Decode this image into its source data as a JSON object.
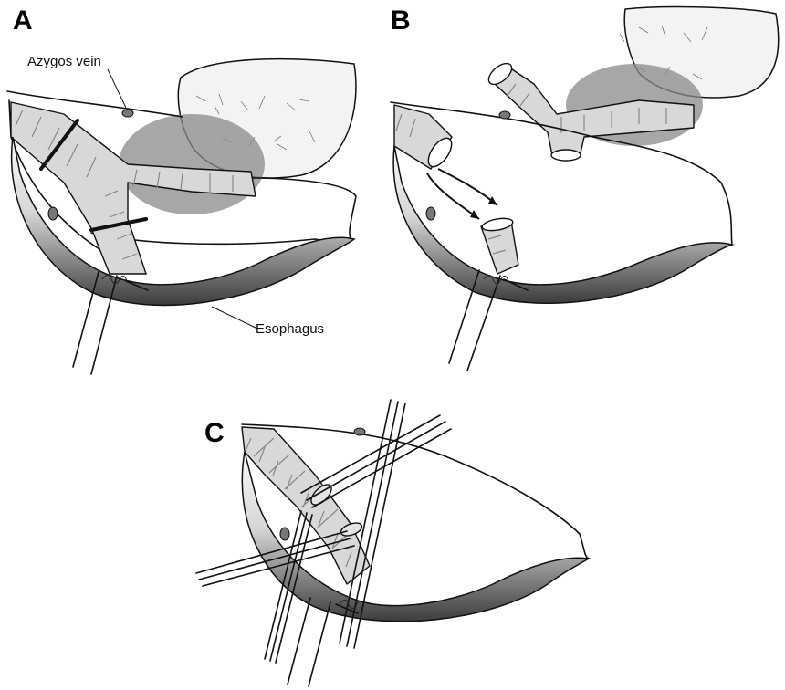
{
  "panels": [
    {
      "id": "A",
      "label": "A"
    },
    {
      "id": "B",
      "label": "B"
    },
    {
      "id": "C",
      "label": "C"
    }
  ],
  "annotations": {
    "azygos": "Azygos vein",
    "esophagus": "Esophagus"
  },
  "colors": {
    "shading": "#8a8a8a",
    "esophagus_light": "#f2f2f2",
    "esophagus_dark": "#4a4a4a",
    "vessel_fill": "#d8d8d8"
  }
}
